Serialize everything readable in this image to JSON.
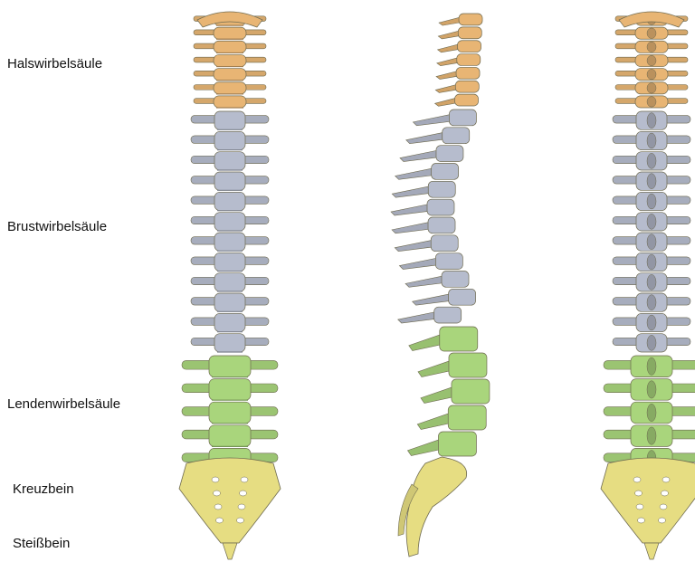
{
  "labels": {
    "cervical": "Halswirbelsäule",
    "thoracic": "Brustwirbelsäule",
    "lumbar": "Lendenwirbelsäule",
    "sacrum": "Kreuzbein",
    "coccyx": "Steißbein"
  },
  "colors": {
    "cervical": "#e8b574",
    "thoracic": "#b6bccd",
    "lumbar": "#a9d57c",
    "sacrum": "#e6dd82",
    "outline": "#6e6a50"
  },
  "views": [
    "anterior",
    "lateral",
    "posterior"
  ]
}
